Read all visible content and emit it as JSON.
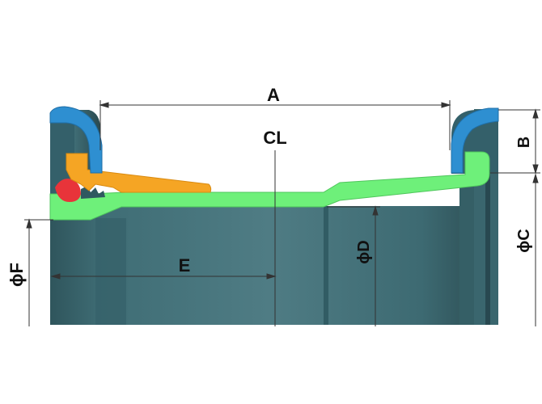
{
  "labels": {
    "a": "A",
    "b": "B",
    "c": "ϕC",
    "d": "ϕD",
    "e": "E",
    "f": "ϕF",
    "cl": "CL"
  },
  "colors": {
    "pipe_body": "#3d6a72",
    "pipe_light": "#5a8890",
    "pipe_dark": "#2d4f55",
    "lining": "#6ef07a",
    "seal_blue": "#2e8fd1",
    "retainer_orange": "#f5a524",
    "seal_red": "#e8343a",
    "dimension_line": "#333333"
  }
}
